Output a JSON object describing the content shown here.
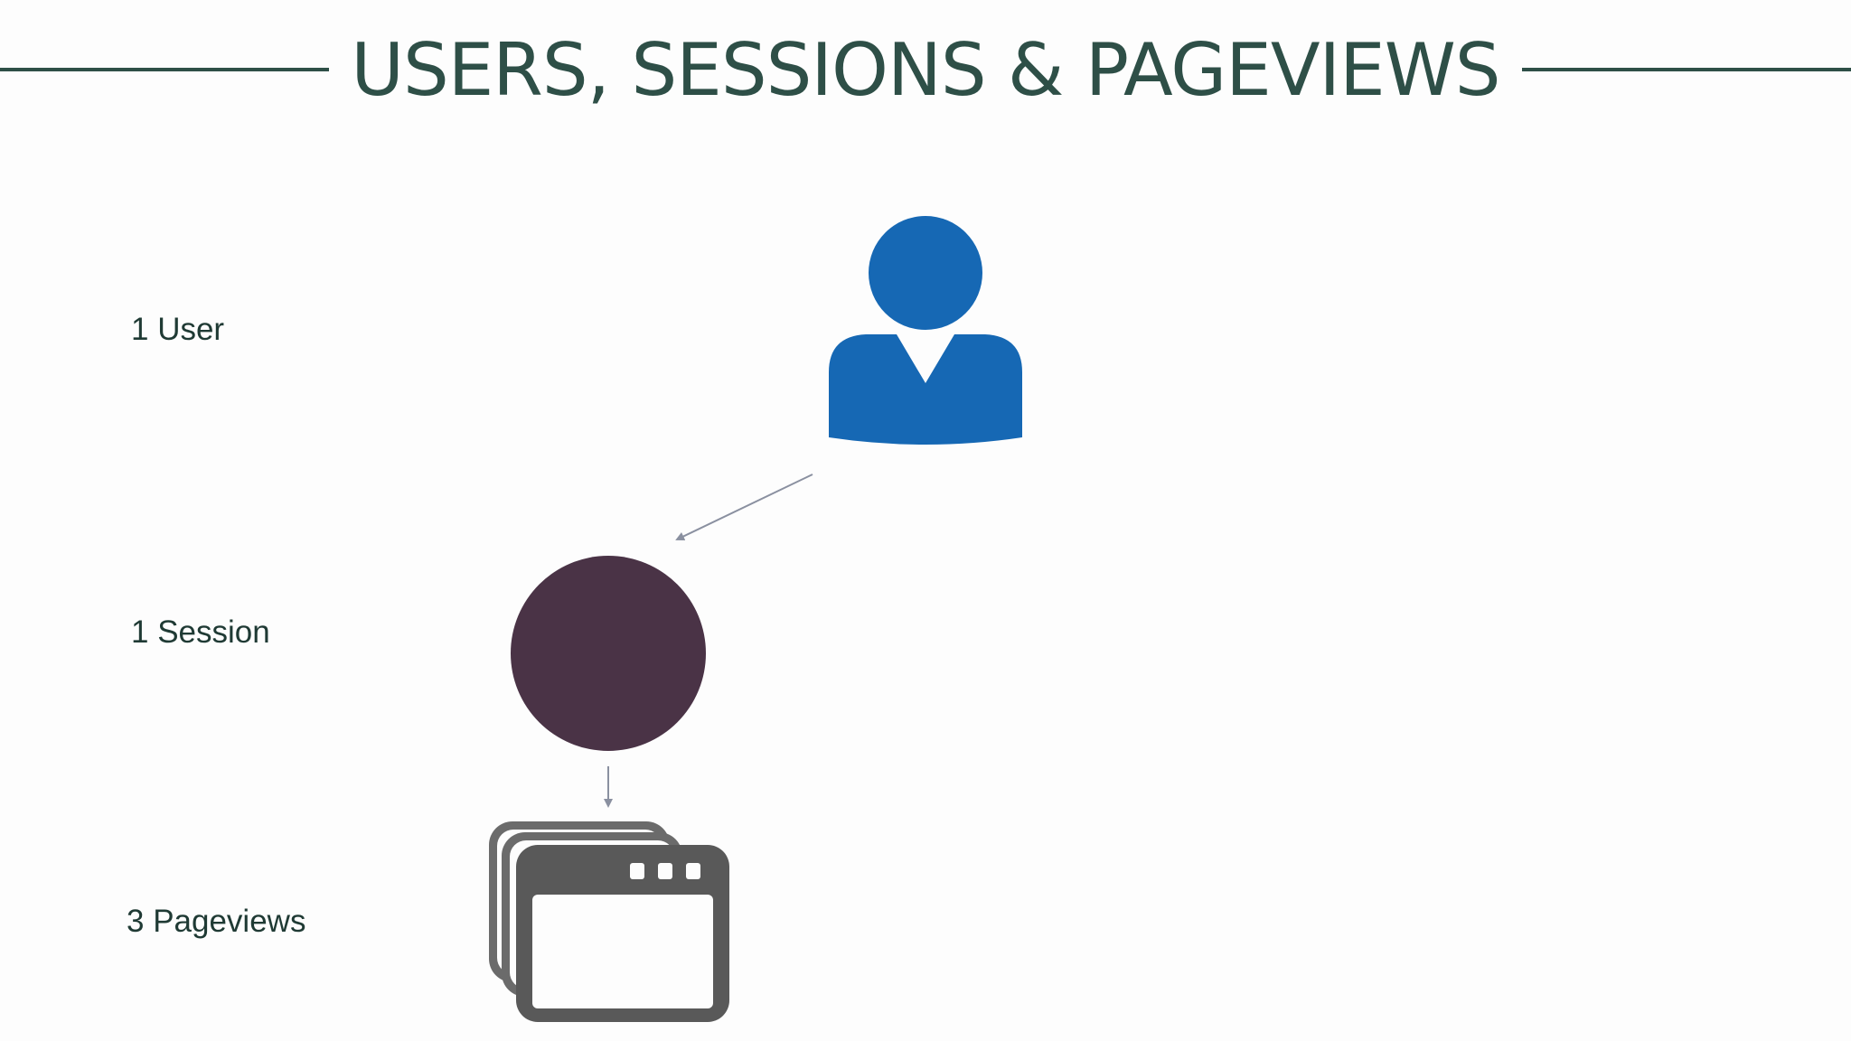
{
  "title": "USERS, SESSIONS & PAGEVIEWS",
  "rows": {
    "user": "1 User",
    "session": "1 Session",
    "pageviews": "3 Pageviews"
  },
  "icons": {
    "user": "user-icon",
    "session": "session-circle",
    "pageviews": "browser-windows-icon"
  },
  "colors": {
    "title": "#2e4f47",
    "user_icon": "#1668b4",
    "session_circle": "#4a3346",
    "pageview_icon": "#595959",
    "arrow": "#8a90a0"
  }
}
